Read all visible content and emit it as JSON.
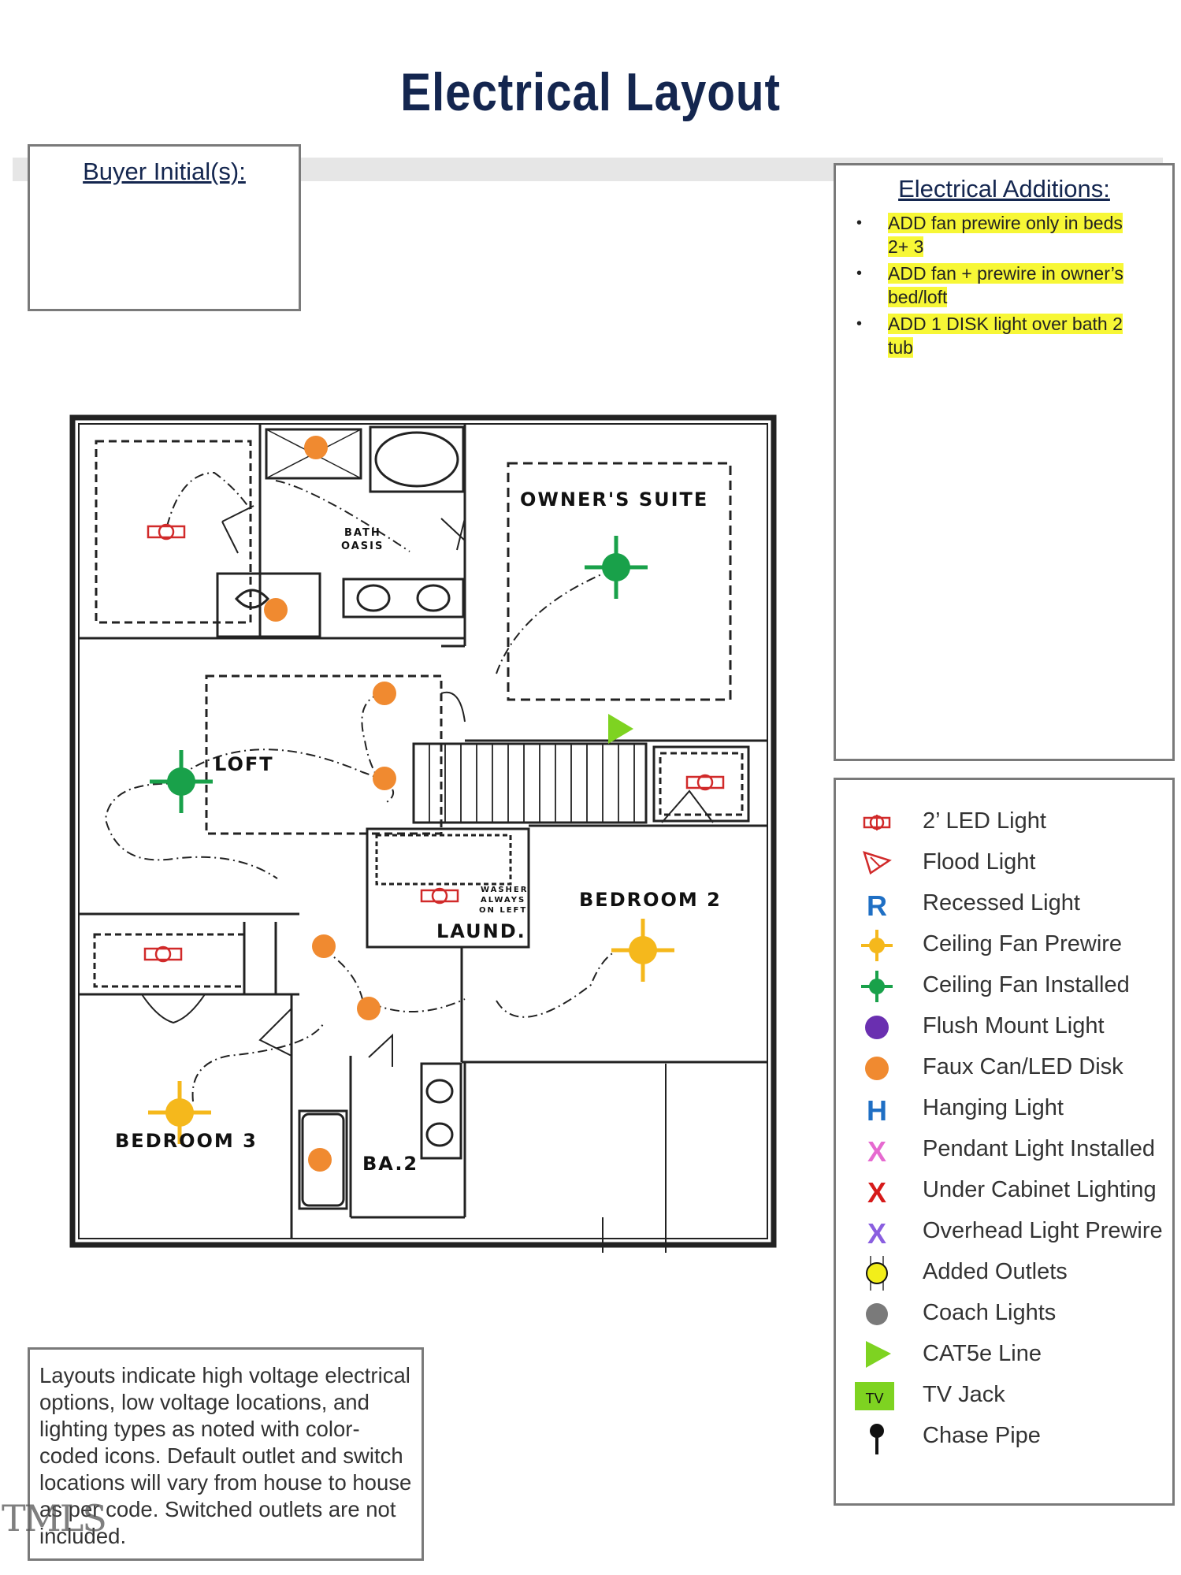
{
  "title": "Electrical Layout",
  "buyer_box": {
    "title": "Buyer Initial(s):"
  },
  "additions": {
    "title": "Electrical Additions:",
    "items": [
      {
        "line1": "ADD fan prewire only in beds",
        "line2": "2+ 3"
      },
      {
        "line1": "ADD fan + prewire in owner’s",
        "line2": "bed/loft"
      },
      {
        "line1": "ADD 1 DISK light over bath 2",
        "line2": "tub"
      }
    ],
    "highlight_color": "#f7f736"
  },
  "legend": {
    "items": [
      {
        "icon": "led-light-icon",
        "label": "2’ LED Light",
        "color": "#d12a2a"
      },
      {
        "icon": "flood-light-icon",
        "label": "Flood Light",
        "color": "#d12a2a"
      },
      {
        "icon": "recessed-light-icon",
        "label": "Recessed Light",
        "glyph": "R",
        "color": "#1f6fc4"
      },
      {
        "icon": "ceiling-fan-prewire-icon",
        "label": "Ceiling Fan Prewire",
        "color": "#f5b81c"
      },
      {
        "icon": "ceiling-fan-installed-icon",
        "label": "Ceiling Fan Installed",
        "color": "#19a14a"
      },
      {
        "icon": "flush-mount-light-icon",
        "label": "Flush Mount Light",
        "color": "#6a2fb0"
      },
      {
        "icon": "faux-can-led-disk-icon",
        "label": "Faux Can/LED Disk",
        "color": "#f08a30"
      },
      {
        "icon": "hanging-light-icon",
        "label": "Hanging Light",
        "glyph": "H",
        "color": "#1f6fc4"
      },
      {
        "icon": "pendant-light-icon",
        "label": "Pendant Light Installed",
        "glyph": "X",
        "color": "#e66ad0"
      },
      {
        "icon": "under-cabinet-lighting-icon",
        "label": "Under Cabinet Lighting",
        "glyph": "X",
        "color": "#d61a1a"
      },
      {
        "icon": "overhead-light-prewire-icon",
        "label": "Overhead Light Prewire",
        "glyph": "X",
        "color": "#8a5fe0"
      },
      {
        "icon": "added-outlets-icon",
        "label": "Added Outlets",
        "color": "#f2ee1a"
      },
      {
        "icon": "coach-lights-icon",
        "label": "Coach Lights",
        "color": "#7a7a7a"
      },
      {
        "icon": "cat5e-line-icon",
        "label": "CAT5e Line",
        "color": "#7ed321"
      },
      {
        "icon": "tv-jack-icon",
        "label": "TV Jack",
        "glyph": "TV",
        "color": "#7ed321"
      },
      {
        "icon": "chase-pipe-icon",
        "label": "Chase Pipe",
        "color": "#111111"
      }
    ]
  },
  "note": "Layouts indicate high voltage electrical options, low voltage locations, and lighting types as noted with color-coded icons. Default outlet and switch locations will vary from house to house as per code. Switched outlets are not included.",
  "watermark": "TMLS",
  "floorplan": {
    "rooms": {
      "owners_suite": "OWNER'S SUITE",
      "bath_oasis_1": "BATH",
      "bath_oasis_2": "OASIS",
      "loft": "LOFT",
      "bedroom2": "BEDROOM 2",
      "laundry": "LAUND.",
      "bedroom3": "BEDROOM 3",
      "bath2": "BA.2",
      "washer_1": "WASHER",
      "washer_2": "ALWAYS",
      "washer_3": "ON LEFT"
    }
  }
}
